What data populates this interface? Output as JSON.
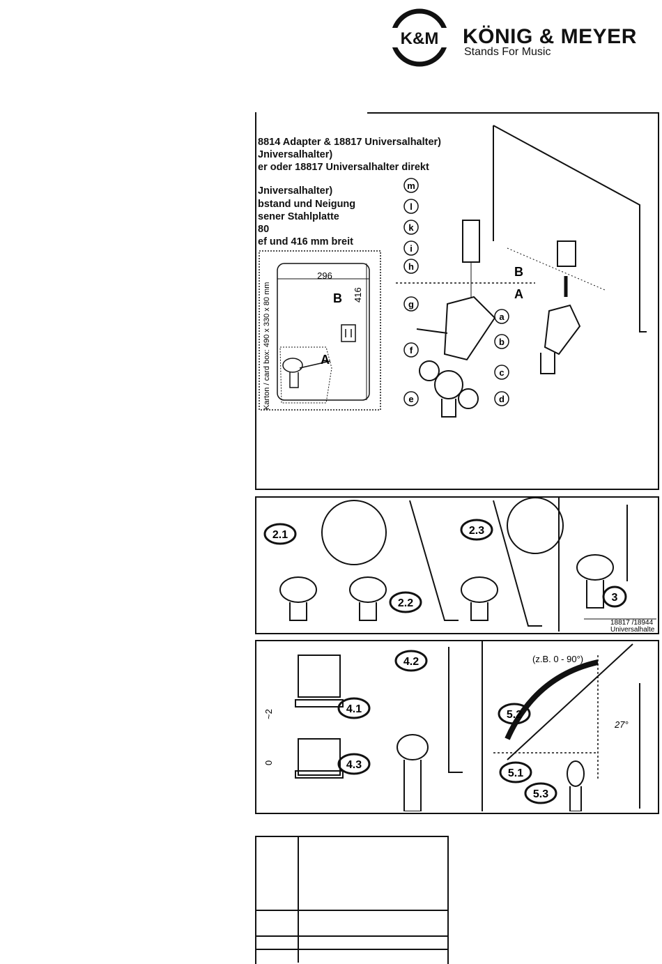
{
  "brand": {
    "logo_text": "K&M",
    "name": "KÖNIG & MEYER",
    "tagline": "Stands For Music"
  },
  "panel1": {
    "lines": [
      "8814 Adapter & 18817 Universalhalter)",
      "Jniversalhalter)",
      "er oder 18817 Universalhalter direkt",
      "Jniversalhalter)",
      "bstand und Neigung",
      "sener Stahlplatte",
      "80",
      "ef und 416 mm breit"
    ],
    "carton": {
      "label": "Karton / card box: 490 x 330 x 80 mm",
      "width": "296",
      "height": "416",
      "slot_b": "B",
      "slot_a": "A"
    },
    "parts": [
      "m",
      "l",
      "k",
      "i",
      "h",
      "g",
      "f",
      "e",
      "a",
      "b",
      "c",
      "d"
    ],
    "zone_b": "B",
    "zone_a": "A"
  },
  "panel2": {
    "steps": [
      "2.1",
      "2.2",
      "2.3",
      "3"
    ],
    "model_label": "18817 /18944",
    "model_sub": "Universalhalte"
  },
  "panel3": {
    "steps": [
      "4.1",
      "4.2",
      "4.3",
      "5.1",
      "5.2",
      "5.3"
    ],
    "dim_a": "~2",
    "dim_b": "0",
    "angle_range": "(z.B. 0 - 90°)",
    "angle": "27°"
  }
}
